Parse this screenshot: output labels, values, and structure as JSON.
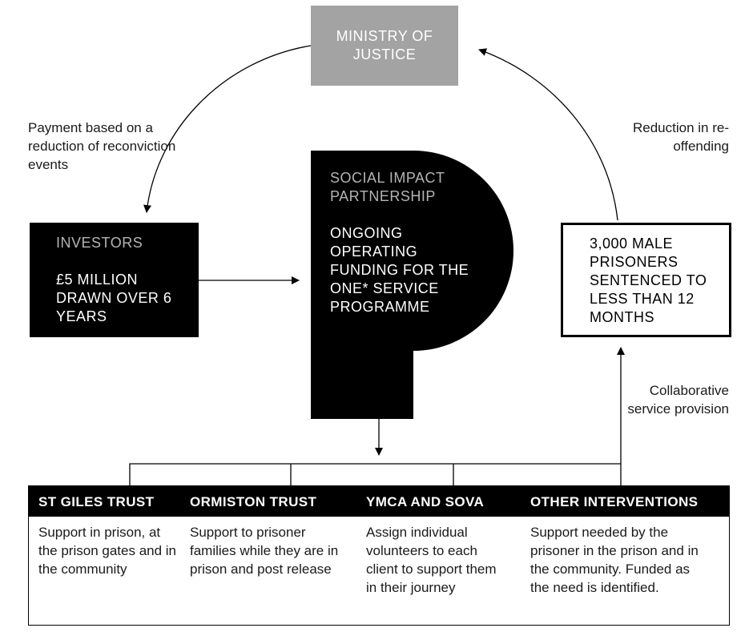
{
  "ministry": {
    "label": "MINISTRY OF JUSTICE"
  },
  "investors": {
    "heading": "INVESTORS",
    "body": "£5 MILLION DRAWN OVER 6 YEARS"
  },
  "sip": {
    "heading": "SOCIAL IMPACT PARTNERSHIP",
    "body": "ONGOING OPERATING FUNDING FOR THE ONE* SERVICE PROGRAMME"
  },
  "prisoners": {
    "label": "3,000 MALE PRISONERS SENTENCED TO LESS THAN 12 MONTHS"
  },
  "labels": {
    "payment": "Payment based on a reduction of reconviction events",
    "reduction": "Reduction in re-offending",
    "collaborative": "Collaborative service provision"
  },
  "providers": [
    {
      "name": "ST GILES TRUST",
      "description": "Support in prison, at the prison gates and in the community"
    },
    {
      "name": "ORMISTON TRUST",
      "description": "Support to prisoner families while they are in prison and post release"
    },
    {
      "name": "YMCA AND SOVA",
      "description": "Assign individual volunteers to each client to support them in their journey"
    },
    {
      "name": "OTHER INTERVENTIONS",
      "description": "Support needed by the prisoner in the prison and in the community. Funded as the need is identified."
    }
  ],
  "colors": {
    "black": "#000000",
    "ministry_grey": "#a3a3a3",
    "heading_grey": "#b4b4b4"
  }
}
